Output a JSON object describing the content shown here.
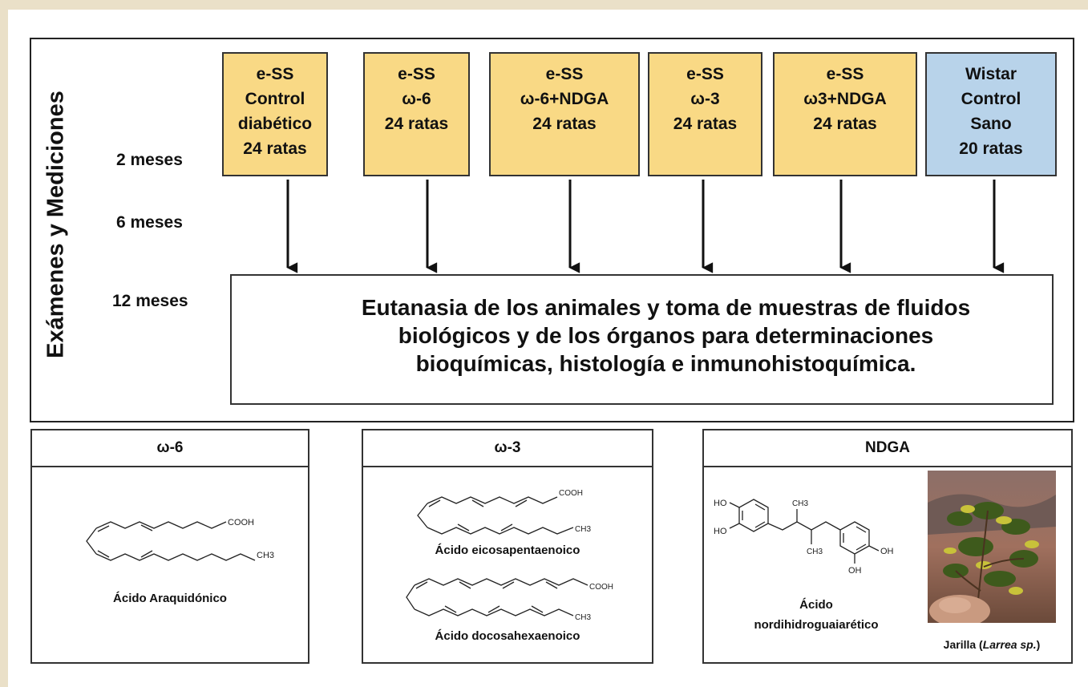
{
  "side_label": "Exámenes y Mediciones",
  "time_labels": [
    "2 meses",
    "6 meses",
    "12 meses"
  ],
  "groups": [
    {
      "lines": [
        "e-SS",
        "Control",
        "diabético",
        "24 ratas"
      ],
      "color": "#f9d985"
    },
    {
      "lines": [
        "e-SS",
        "ω-6",
        "24 ratas"
      ],
      "color": "#f9d985"
    },
    {
      "lines": [
        "e-SS",
        "ω-6+NDGA",
        "24 ratas"
      ],
      "color": "#f9d985"
    },
    {
      "lines": [
        "e-SS",
        "ω-3",
        "24 ratas"
      ],
      "color": "#f9d985"
    },
    {
      "lines": [
        "e-SS",
        "ω3+NDGA",
        "24 ratas"
      ],
      "color": "#f9d985"
    },
    {
      "lines": [
        "Wistar",
        "Control",
        "Sano",
        "20 ratas"
      ],
      "color": "#b8d3ea"
    }
  ],
  "result_lines": [
    "Eutanasia de los animales y toma de muestras de fluidos",
    "biológicos y de los órganos para determinaciones",
    "bioquímicas, histología e inmunohistoquímica."
  ],
  "panels": {
    "omega6": {
      "title": "ω-6",
      "compound": "Ácido Araquidónico",
      "cooh": "COOH",
      "ch3": "CH3"
    },
    "omega3": {
      "title": "ω-3",
      "compound1": "Ácido eicosapentaenoico",
      "compound2": "Ácido docosahexaenoico",
      "cooh": "COOH",
      "ch3": "CH3"
    },
    "ndga": {
      "title": "NDGA",
      "compound_line1": "Ácido",
      "compound_line2": "nordihidroguaiarético",
      "ho": "HO",
      "oh": "OH",
      "ch3": "CH3",
      "plant_name": "Jarilla (",
      "plant_latin": "Larrea sp.",
      "plant_close": ")"
    }
  }
}
